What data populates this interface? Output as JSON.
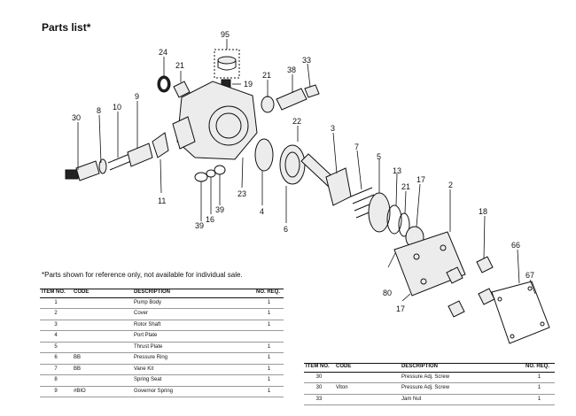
{
  "title": "Parts list*",
  "note": "*Parts shown for reference only, not available for individual sale.",
  "callouts": [
    "95",
    "24",
    "21",
    "19",
    "38",
    "33",
    "21",
    "9",
    "10",
    "8",
    "30",
    "22",
    "3",
    "7",
    "5",
    "13",
    "21",
    "17",
    "2",
    "11",
    "23",
    "4",
    "6",
    "39",
    "16",
    "39",
    "18",
    "66",
    "67",
    "80",
    "17"
  ],
  "table_headers": {
    "item": "ITEM NO.",
    "code": "CODE",
    "description": "DESCRIPTION",
    "req": "NO. REQ."
  },
  "table1_rows": [
    {
      "item": "1",
      "code": "",
      "description": "Pump Body",
      "req": "1"
    },
    {
      "item": "2",
      "code": "",
      "description": "Cover",
      "req": "1"
    },
    {
      "item": "3",
      "code": "",
      "description": "Rotor Shaft",
      "req": "1"
    },
    {
      "item": "4",
      "code": "",
      "description": "Port Plate",
      "req": ""
    },
    {
      "item": "5",
      "code": "",
      "description": "Thrust Plate",
      "req": "1"
    },
    {
      "item": "6",
      "code": "BB",
      "description": "Pressure Ring",
      "req": "1"
    },
    {
      "item": "7",
      "code": "BB",
      "description": "Vane Kit",
      "req": "1"
    },
    {
      "item": "8",
      "code": "",
      "description": "Spring Seat",
      "req": "1"
    },
    {
      "item": "9",
      "code": "#BIO",
      "description": "Governor Spring",
      "req": "1"
    }
  ],
  "table2_rows": [
    {
      "item": "30",
      "code": "",
      "description": "Pressure Adj. Screw",
      "req": "1"
    },
    {
      "item": "30",
      "code": "Viton",
      "description": "Pressure Adj. Screw",
      "req": "1"
    },
    {
      "item": "33",
      "code": "",
      "description": "Jam Nut",
      "req": "1"
    }
  ]
}
